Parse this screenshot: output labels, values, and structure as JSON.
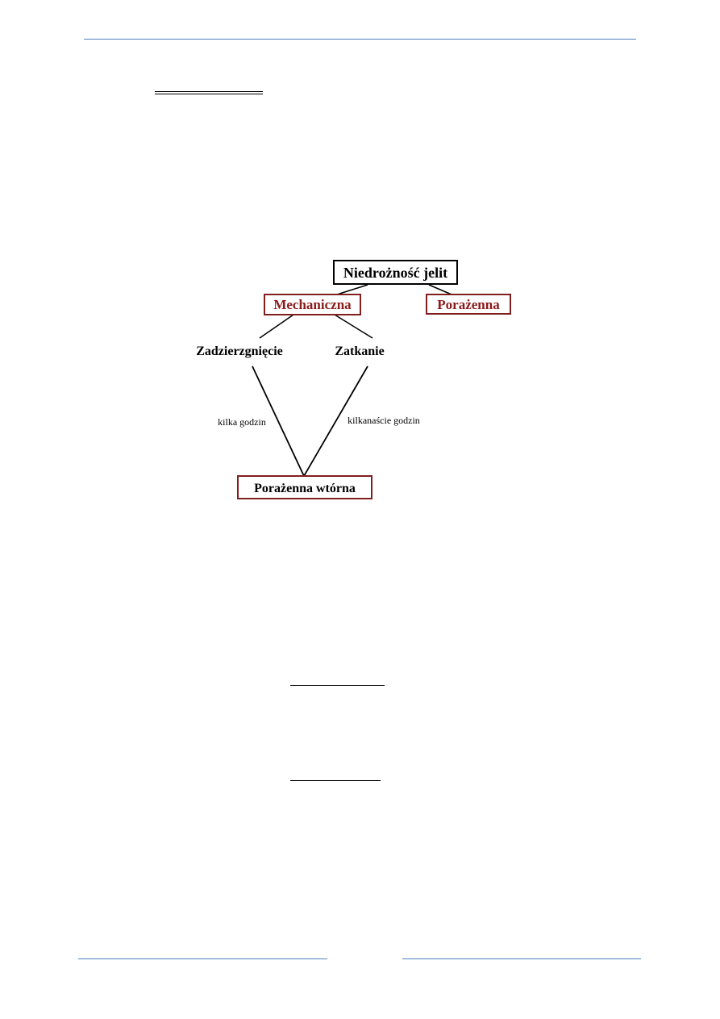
{
  "colors": {
    "rule": "#4f81bd",
    "box_dark_red": "#7f1f1f",
    "text_dark_red": "#8b1a1a",
    "black": "#000000"
  },
  "diagram": {
    "root": "Niedrożność jelit",
    "mechanical": "Mechaniczna",
    "paralytic": "Porażenna",
    "strangulation": "Zadzierzgnięcie",
    "obstruction": "Zatkanie",
    "secondary": "Porażenna wtórna",
    "edge_left": "kilka godzin",
    "edge_right": "kilkanaście godzin"
  }
}
